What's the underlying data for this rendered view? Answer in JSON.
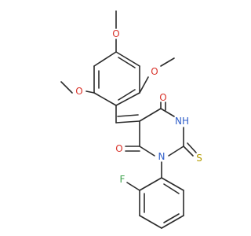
{
  "colors": {
    "bond": "#2b2b2b",
    "oxygen": "#d9342b",
    "nitrogen": "#2f5ec9",
    "sulfur": "#b39b00",
    "fluorine": "#3fa34d"
  },
  "atom_labels": {
    "o_top": "O",
    "o_left_upper": "O",
    "o_right_upper": "O",
    "o_left_lower": "O",
    "o_ring_top": "O",
    "o_ring_bottom": "O",
    "nh": "NH",
    "n": "N",
    "s": "S",
    "f": "F"
  }
}
